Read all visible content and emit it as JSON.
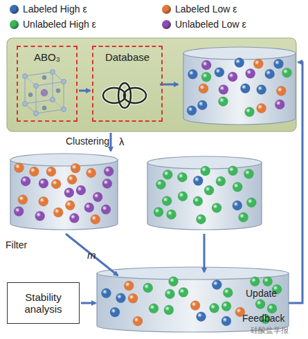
{
  "diagram": {
    "nodes": [
      {
        "text": [
          "ABO₃"
        ]
      },
      {
        "text": [
          "Database"
        ]
      },
      {
        "text": [
          "Stability analysis"
        ]
      }
    ],
    "edges": [
      {
        "from": 0,
        "to": 1,
        "arrow": "to"
      }
    ],
    "labels": [
      "Clustering",
      "λ",
      "Filter",
      "m",
      "Update",
      "Feedback",
      "硅酸盐学报"
    ],
    "legend": [
      {
        "text": "Labeled High ε",
        "color": "#3b6fb5"
      },
      {
        "text": "Labeled Low ε",
        "color": "#e2793a"
      },
      {
        "text": "Unlabeled High ε",
        "color": "#3db65c"
      },
      {
        "text": "Unlabeled Low ε",
        "color": "#8b4fb3"
      }
    ]
  }
}
